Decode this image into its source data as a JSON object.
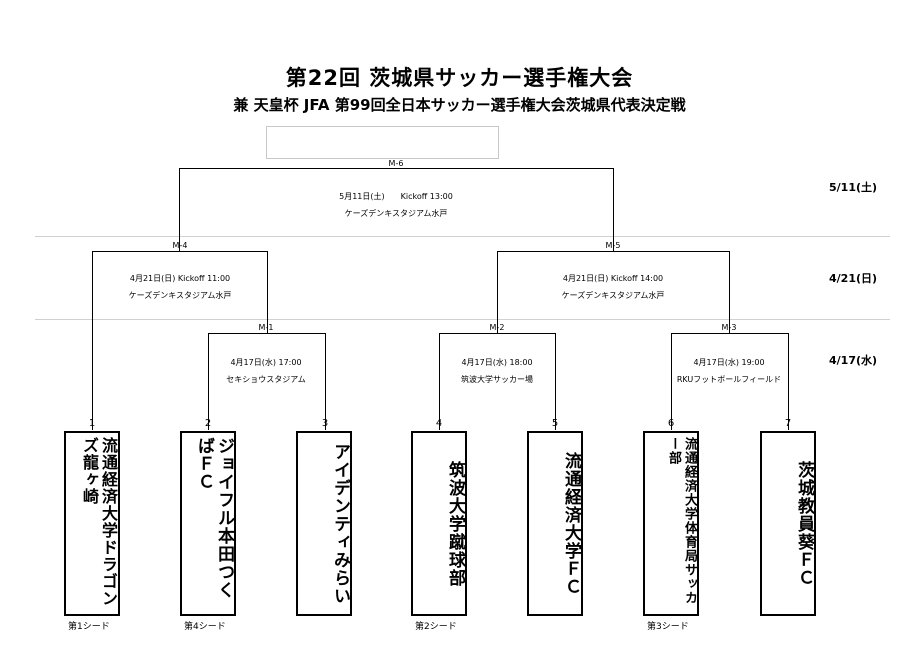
{
  "title": "第22回 茨城県サッカー選手権大会",
  "subtitle": "兼 天皇杯 JFA 第99回全日本サッカー選手権大会茨城県代表決定戦",
  "dates": {
    "final": "5/11(土)",
    "semi": "4/21(日)",
    "first": "4/17(水)"
  },
  "matches": {
    "m6": {
      "id": "M-6",
      "time": "5月11日(土)　　Kickoff 13:00",
      "venue": "ケーズデンキスタジアム水戸"
    },
    "m4": {
      "id": "M-4",
      "time": "4月21日(日)  Kickoff 11:00",
      "venue": "ケーズデンキスタジアム水戸"
    },
    "m5": {
      "id": "M-5",
      "time": "4月21日(日)  Kickoff 14:00",
      "venue": "ケーズデンキスタジアム水戸"
    },
    "m1": {
      "id": "M-1",
      "time": "4月17日(水)  17:00",
      "venue": "セキショウスタジアム"
    },
    "m2": {
      "id": "M-2",
      "time": "4月17日(水) 18:00",
      "venue": "筑波大学サッカー場"
    },
    "m3": {
      "id": "M-3",
      "time": "4月17日(水) 19:00",
      "venue": "RKUフットボールフィールド"
    }
  },
  "teams": [
    {
      "no": "1",
      "name": "流通経済大学ドラゴンズ龍ヶ崎",
      "seed": "第1シード"
    },
    {
      "no": "2",
      "name": "ジョイフル本田つくばＦＣ",
      "seed": "第4シード"
    },
    {
      "no": "3",
      "name": "アイデンティみらい",
      "seed": ""
    },
    {
      "no": "4",
      "name": "筑波大学蹴球部",
      "seed": "第2シード"
    },
    {
      "no": "5",
      "name": "流通経済大学ＦＣ",
      "seed": ""
    },
    {
      "no": "6",
      "name": "流通経済大学体育局サッカー部",
      "seed": "第3シード"
    },
    {
      "no": "7",
      "name": "茨城教員葵ＦＣ",
      "seed": ""
    }
  ]
}
